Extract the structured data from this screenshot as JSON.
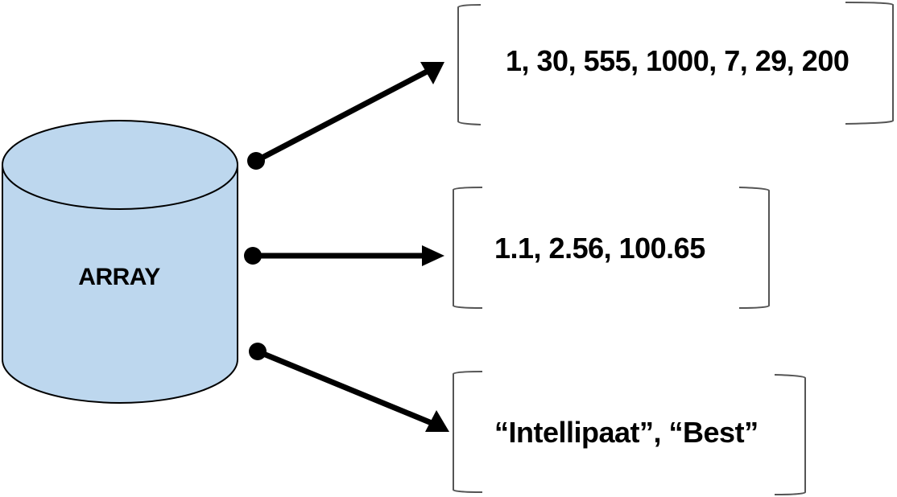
{
  "diagram": {
    "type": "array-data-types",
    "source_node": {
      "label": "ARRAY",
      "shape": "cylinder",
      "fill_color": "#bdd7ee",
      "stroke_color": "#000000"
    },
    "targets": [
      {
        "label": "1, 30, 555, 1000, 7, 29, 200",
        "kind": "integers"
      },
      {
        "label": "1.1, 2.56, 100.65",
        "kind": "floats"
      },
      {
        "label": "“Intellipaat”, “Best”",
        "kind": "strings"
      }
    ],
    "edges": [
      {
        "from": "ARRAY",
        "to": 0,
        "style": "dot-to-arrow"
      },
      {
        "from": "ARRAY",
        "to": 1,
        "style": "dot-to-arrow"
      },
      {
        "from": "ARRAY",
        "to": 2,
        "style": "dot-to-arrow"
      }
    ],
    "colors": {
      "background": "#ffffff",
      "cylinder_fill": "#bdd7ee",
      "line": "#000000",
      "bracket": "#555555"
    }
  }
}
